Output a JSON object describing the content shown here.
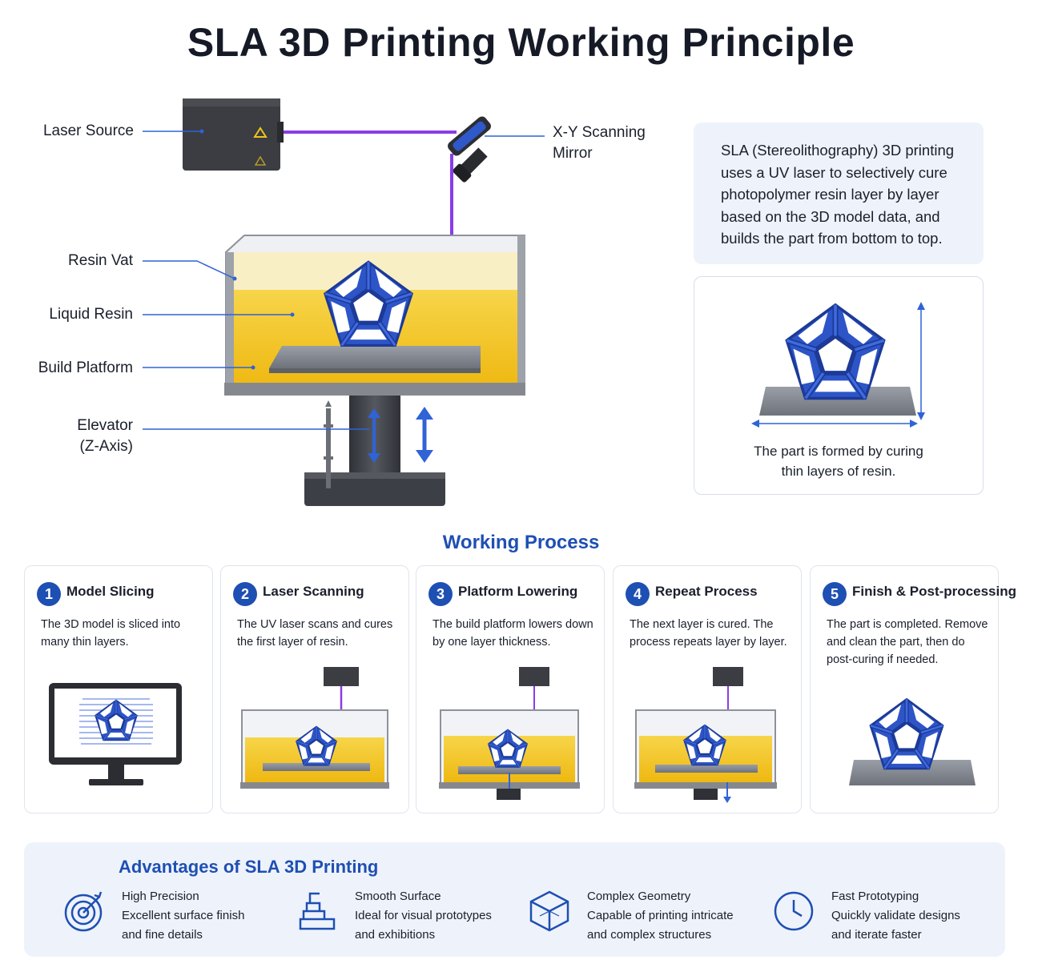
{
  "title": "SLA 3D Printing Working Principle",
  "colors": {
    "accent": "#1e4fb3",
    "laser": "#8a3ce6",
    "resin": "#f3c21c",
    "part": "#2d55c8",
    "metal": "#7c8089"
  },
  "diagram": {
    "labels": {
      "laser_source": "Laser Source",
      "mirror_line1": "X-Y Scanning",
      "mirror_line2": "Mirror",
      "resin_vat": "Resin Vat",
      "liquid_resin": "Liquid Resin",
      "build_platform": "Build Platform",
      "elevator_line1": "Elevator",
      "elevator_line2": "(Z-Axis)"
    }
  },
  "info": {
    "text": "SLA (Stereolithography) 3D printing uses a UV laser to selectively cure photopolymer resin layer by layer based on the 3D model data, and builds the part from bottom to top."
  },
  "part_panel": {
    "caption_line1": "The part is formed by curing",
    "caption_line2": "thin layers of resin."
  },
  "process": {
    "title": "Working Process",
    "steps": [
      {
        "num": "1",
        "title": "Model Slicing",
        "desc": "The 3D model is sliced into many thin layers.",
        "icon": "monitor-icon"
      },
      {
        "num": "2",
        "title": "Laser Scanning",
        "desc": "The UV laser scans and cures the first layer of resin.",
        "icon": "vat-laser-icon"
      },
      {
        "num": "3",
        "title": "Platform Lowering",
        "desc": "The build platform lowers down by one layer thickness.",
        "icon": "vat-lowering-icon"
      },
      {
        "num": "4",
        "title": "Repeat Process",
        "desc": "The next layer is cured. The process repeats layer by layer.",
        "icon": "vat-repeat-icon"
      },
      {
        "num": "5",
        "title": "Finish & Post-processing",
        "desc": "The part is completed. Remove and clean the part, then do post-curing if needed.",
        "icon": "finished-part-icon"
      }
    ]
  },
  "advantages": {
    "title": "Advantages of SLA 3D Printing",
    "items": [
      {
        "icon": "target-icon",
        "title": "High Precision",
        "line1": "Excellent surface finish",
        "line2": "and fine details"
      },
      {
        "icon": "layers-icon",
        "title": "Smooth Surface",
        "line1": "Ideal for visual prototypes",
        "line2": "and exhibitions"
      },
      {
        "icon": "cube-icon",
        "title": "Complex Geometry",
        "line1": "Capable of printing intricate",
        "line2": "and complex structures"
      },
      {
        "icon": "clock-icon",
        "title": "Fast Prototyping",
        "line1": "Quickly validate designs",
        "line2": "and iterate faster"
      }
    ]
  }
}
